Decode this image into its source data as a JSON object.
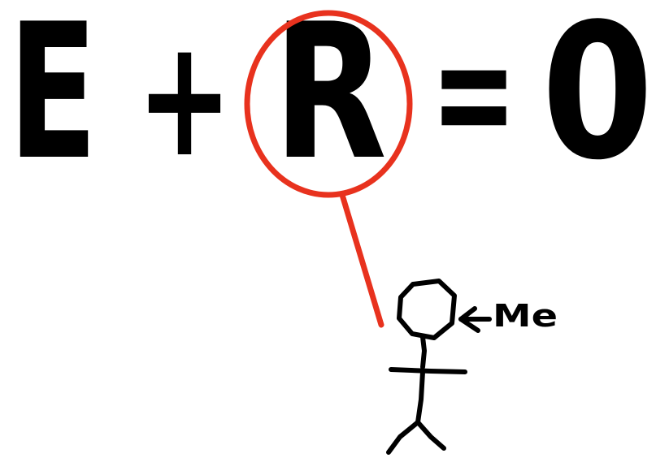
{
  "equation": {
    "term_e": "E",
    "plus": "+",
    "term_r": "R",
    "equals": "=",
    "zero": "0"
  },
  "callout": {
    "label": "Me",
    "highlight_color": "#e8321e"
  },
  "colors": {
    "text": "#000000",
    "background": "#ffffff"
  }
}
